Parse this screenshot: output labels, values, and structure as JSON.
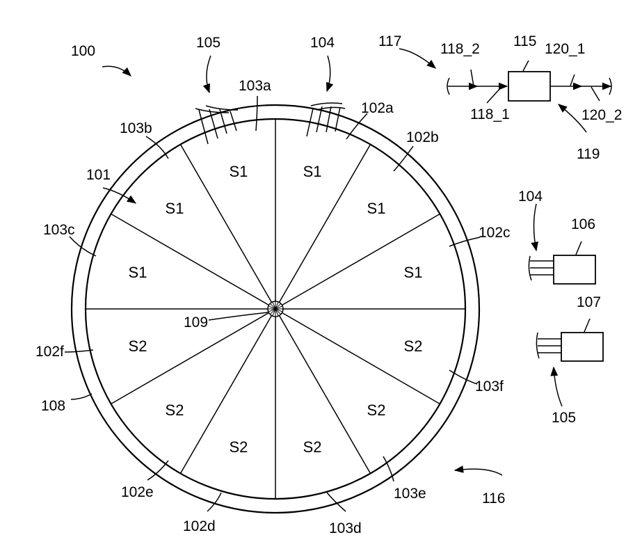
{
  "figure": {
    "segment_labels": [
      "S1",
      "S1",
      "S1",
      "S2",
      "S2",
      "S2",
      "S2",
      "S2",
      "S2",
      "S1",
      "S1",
      "S1"
    ],
    "ref": {
      "disc": "100",
      "pointer": "101",
      "s102a": "102a",
      "s102b": "102b",
      "s102c": "102c",
      "s102d": "102d",
      "s102e": "102e",
      "s102f": "102f",
      "s103a": "103a",
      "s103b": "103b",
      "s103c": "103c",
      "s103d": "103d",
      "s103e": "103e",
      "s103f": "103f",
      "conn104": "104",
      "conn105": "105",
      "ring": "108",
      "hub": "109",
      "fig116": "116",
      "fig117": "117",
      "block115": "115",
      "in118_2": "118_2",
      "in118_1": "118_1",
      "out120_1": "120_1",
      "out120_2": "120_2",
      "arrow119": "119",
      "side104": "104",
      "box106": "106",
      "box107": "107",
      "side105": "105"
    }
  }
}
